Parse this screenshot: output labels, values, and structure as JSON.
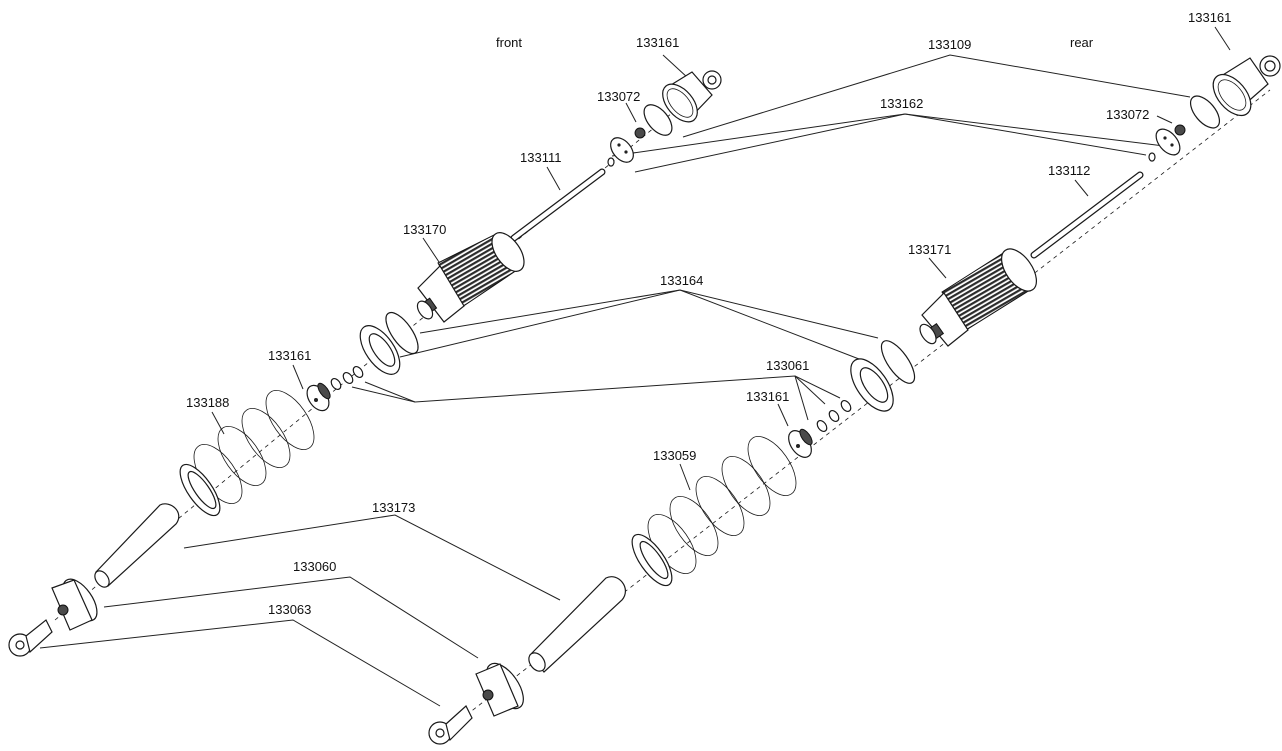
{
  "headings": {
    "front": "front",
    "rear": "rear"
  },
  "callouts": {
    "c133161_front_cap": "133161",
    "c133161_rear_cap": "133161",
    "c133109": "133109",
    "c133072_front": "133072",
    "c133072_rear": "133072",
    "c133162": "133162",
    "c133111": "133111",
    "c133112": "133112",
    "c133170": "133170",
    "c133171": "133171",
    "c133164": "133164",
    "c133161_front_seat": "133161",
    "c133161_rear_seat": "133161",
    "c133061": "133061",
    "c133188": "133188",
    "c133059": "133059",
    "c133173": "133173",
    "c133060": "133060",
    "c133063": "133063"
  }
}
